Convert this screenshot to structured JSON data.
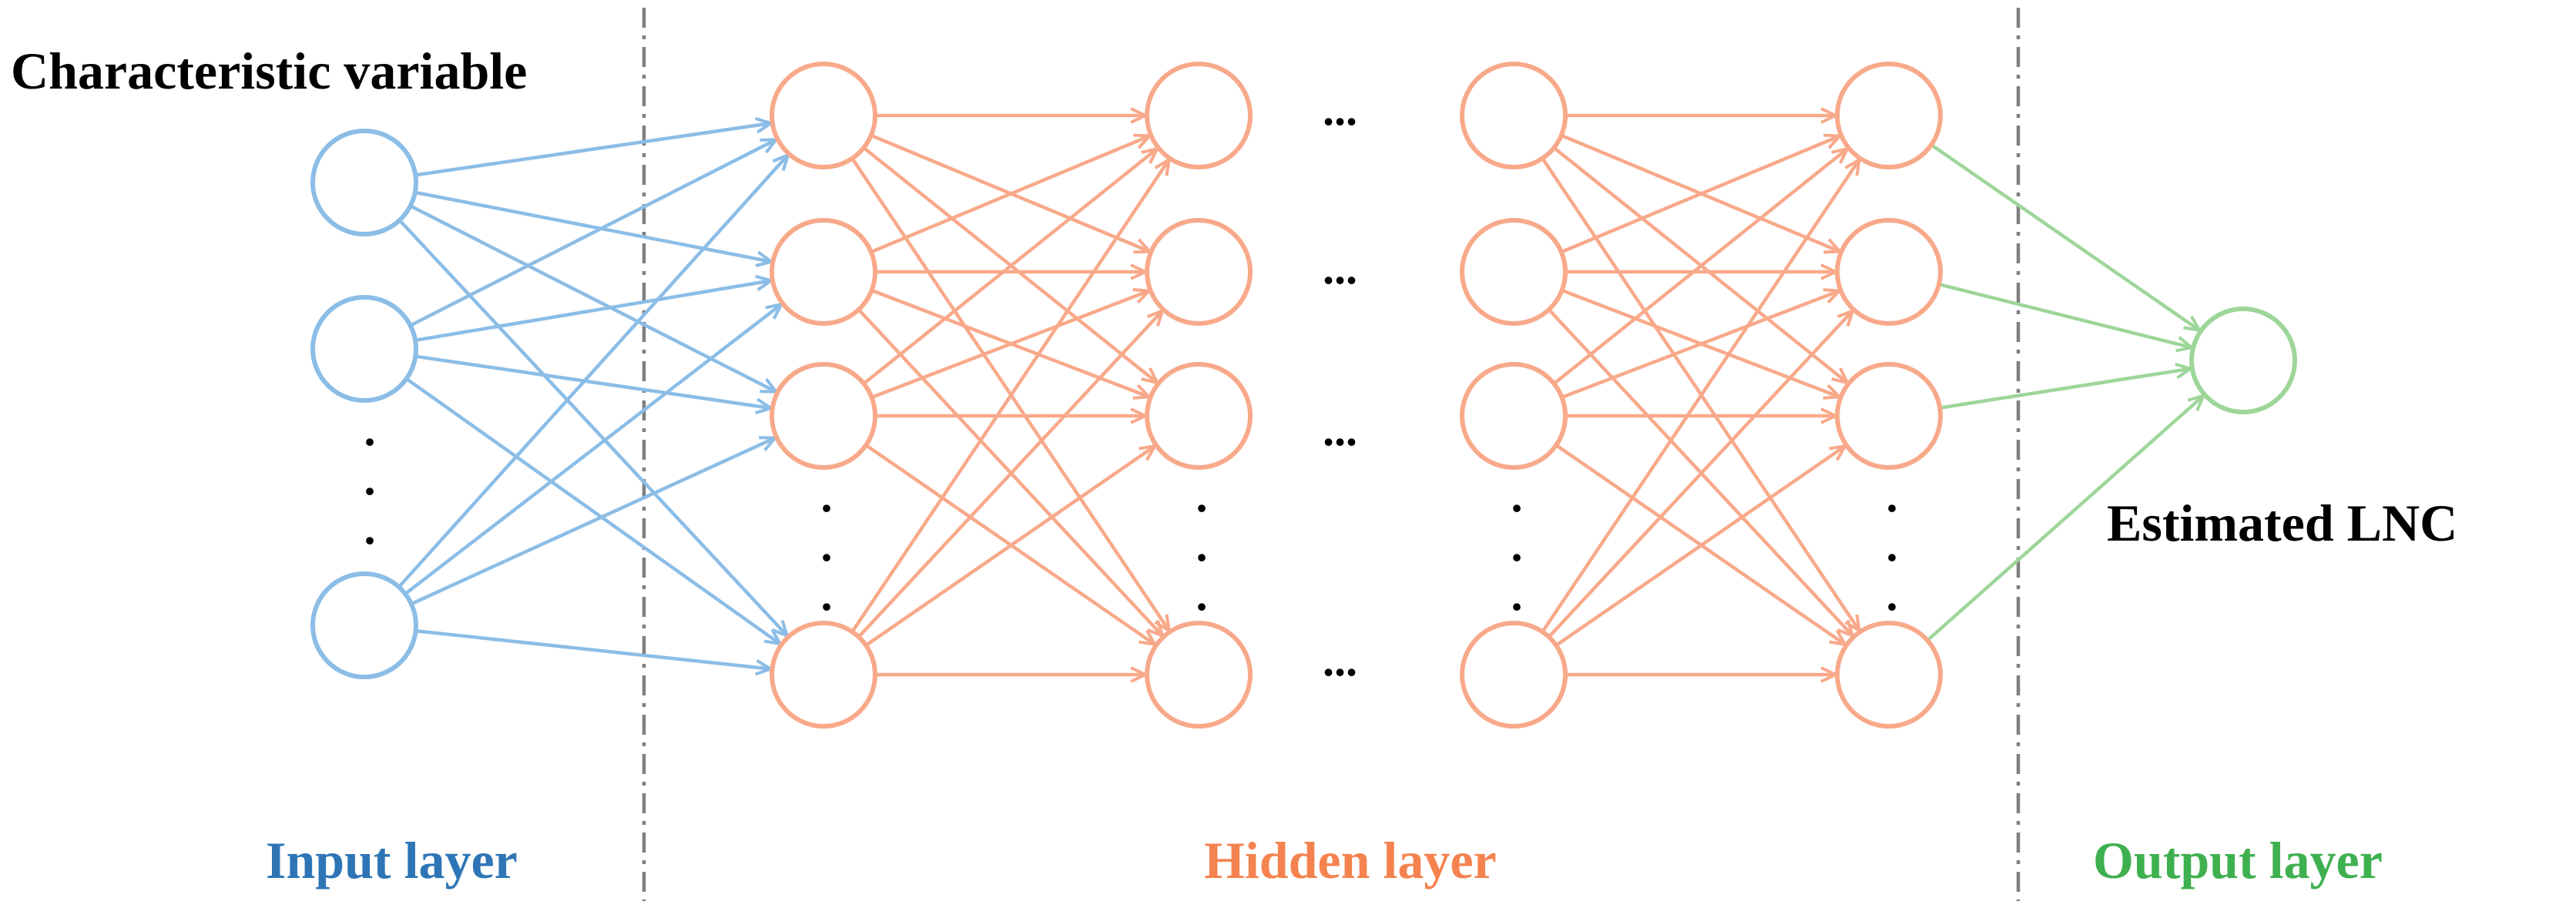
{
  "labels": {
    "characteristic_variable": "Characteristic variable",
    "estimated_output": "Estimated LNC",
    "input_layer": "Input layer",
    "hidden_layer": "Hidden layer",
    "output_layer": "Output layer",
    "horizontal_ellipsis": "...",
    "vertical_ellipsis": ".\n.\n."
  },
  "colors": {
    "input": "#8bbde6",
    "input_label": "#2e75b6",
    "hidden": "#f8a98a",
    "hidden_label": "#f4834f",
    "output": "#9ed69a",
    "output_label": "#3fb050",
    "separator": "#7f7f7f",
    "text": "#000000"
  }
}
